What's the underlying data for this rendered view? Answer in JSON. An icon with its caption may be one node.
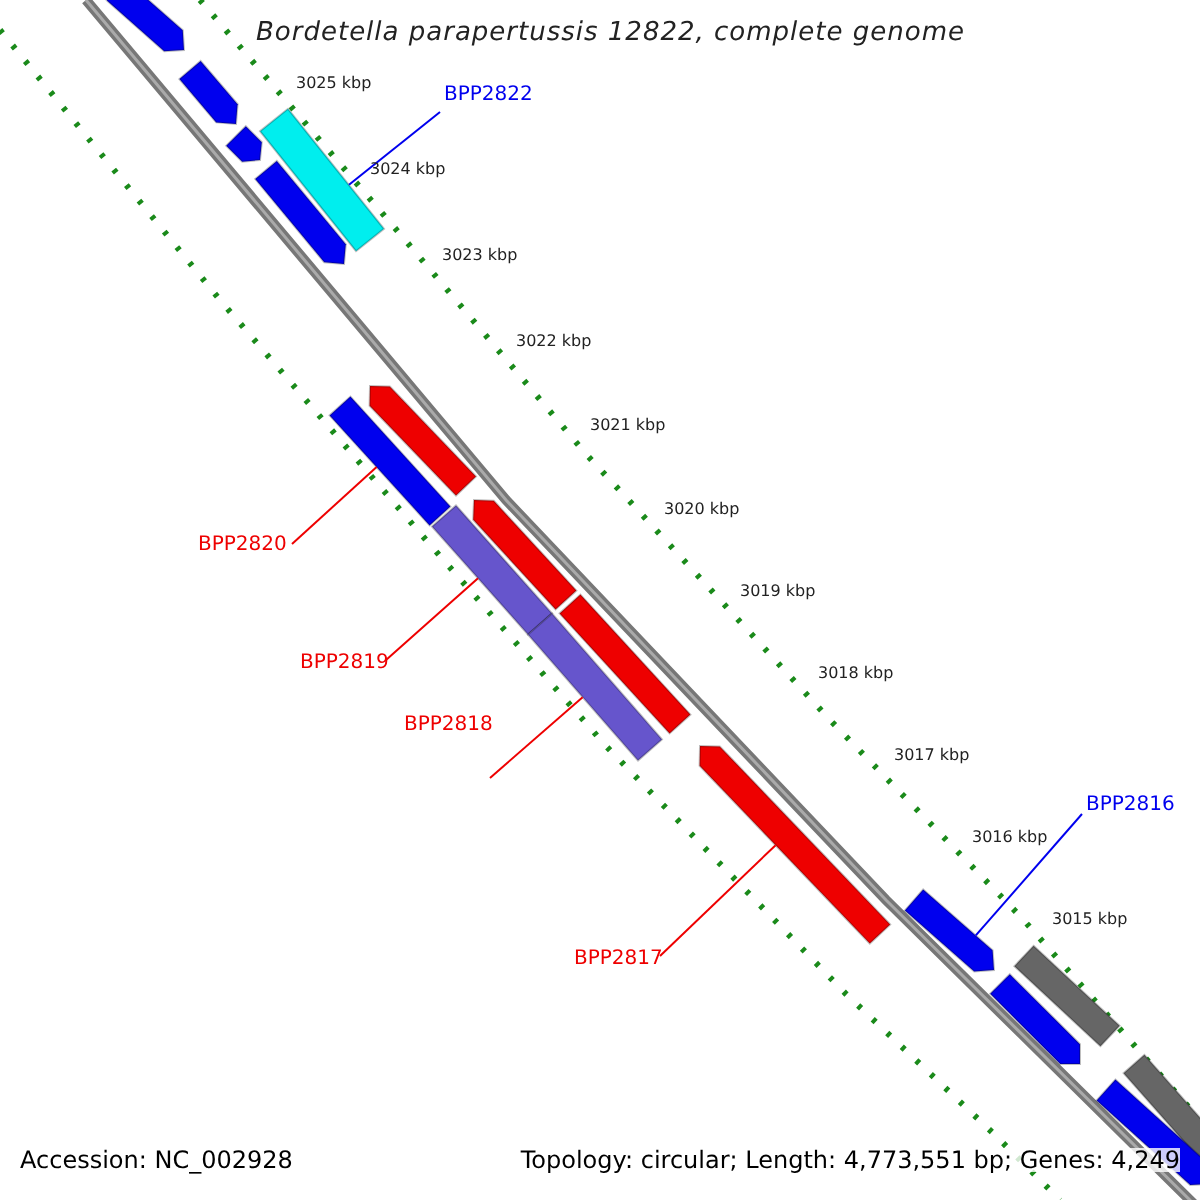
{
  "diagram": {
    "title": "Bordetella parapertussis 12822, complete genome",
    "nodes": [
      {
        "text": [],
        "shape": "arrow"
      },
      {
        "text": [],
        "shape": "arrow"
      },
      {
        "text": [
          "BPP2822"
        ]
      },
      {
        "text": [],
        "shape": "bar"
      },
      {
        "text": [],
        "shape": "arrow"
      },
      {
        "text": [],
        "shape": "arrow"
      },
      {
        "text": [],
        "shape": "arrow"
      },
      {
        "text": [],
        "shape": "bar"
      },
      {
        "text": [],
        "shape": "arrow"
      },
      {
        "text": [],
        "shape": "bar"
      },
      {
        "text": [
          "BPP2820"
        ]
      },
      {
        "text": [],
        "shape": "bar"
      },
      {
        "text": [],
        "shape": "bar"
      },
      {
        "text": [
          "BPP2819"
        ]
      },
      {
        "text": [
          "BPP2818"
        ]
      },
      {
        "text": [],
        "shape": "arrow"
      },
      {
        "text": [
          "BPP2816"
        ]
      },
      {
        "text": [],
        "shape": "arrow"
      },
      {
        "text": [
          "BPP2817"
        ]
      },
      {
        "text": [],
        "shape": "bar"
      },
      {
        "text": [],
        "shape": "arrow"
      },
      {
        "text": [],
        "shape": "bar"
      },
      {
        "text": [],
        "shape": "arrow"
      }
    ],
    "edges": [
      {
        "from": 2,
        "to": 3,
        "arrow": "none",
        "color": "#0000ee"
      },
      {
        "from": 10,
        "to": 7,
        "arrow": "none"
      },
      {
        "from": 13,
        "to": 9,
        "arrow": "none"
      },
      {
        "from": 14,
        "to": 12,
        "arrow": "none"
      },
      {
        "from": 18,
        "to": 15,
        "arrow": "none"
      },
      {
        "from": 16,
        "to": 17,
        "arrow": "none",
        "color": "#0000ee"
      }
    ],
    "labels": [
      "3025 kbp",
      "3024 kbp",
      "3023 kbp",
      "3022 kbp",
      "3021 kbp",
      "3020 kbp",
      "3019 kbp",
      "3018 kbp",
      "3017 kbp",
      "3016 kbp",
      "3015 kbp",
      "Accession: NC_002928",
      "Topology: circular; Length: 4,773,551 bp; Genes: 4,249"
    ]
  }
}
